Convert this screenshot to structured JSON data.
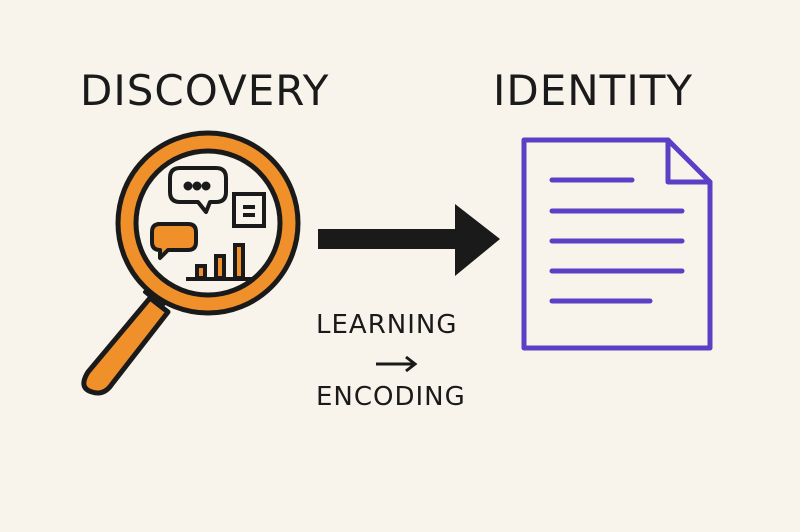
{
  "left_title": "DISCOVERY",
  "right_title": "IDENTITY",
  "process": {
    "from": "LEARNING",
    "to": "ENCODING"
  },
  "colors": {
    "orange": "#f0902a",
    "purple": "#5b3fc4",
    "ink": "#1a1a1a",
    "background": "#f8f4ec"
  },
  "icons": [
    "magnifying-glass-icon",
    "chat-bubble-icon",
    "document-icon",
    "bar-chart-icon",
    "arrow-right-icon"
  ]
}
